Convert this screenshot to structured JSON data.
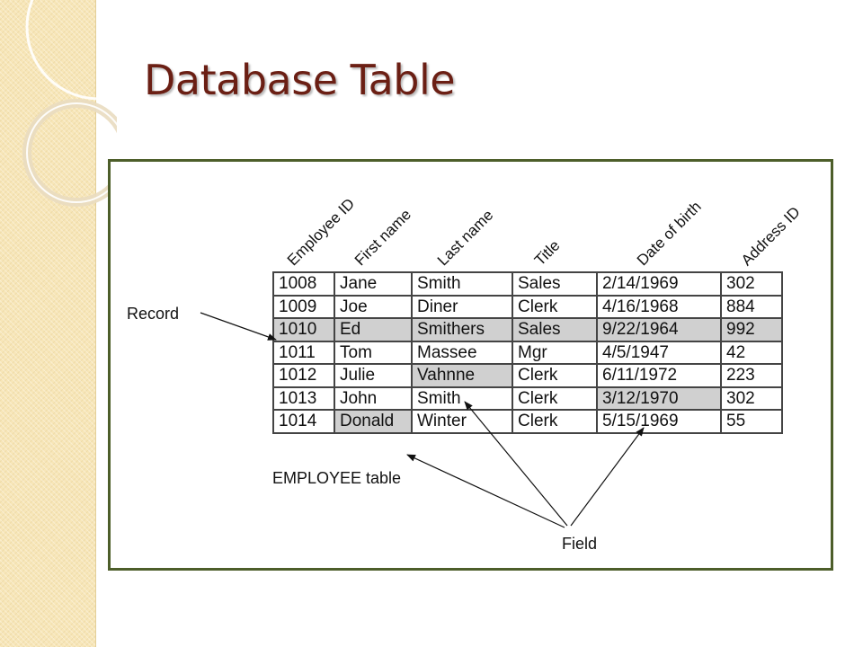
{
  "slide": {
    "title": "Database Table"
  },
  "diagram": {
    "column_headers": [
      "Employee ID",
      "First name",
      "Last name",
      "Title",
      "Date of birth",
      "Address ID"
    ],
    "rows": [
      [
        "1008",
        "Jane",
        "Smith",
        "Sales",
        "2/14/1969",
        "302"
      ],
      [
        "1009",
        "Joe",
        "Diner",
        "Clerk",
        "4/16/1968",
        "884"
      ],
      [
        "1010",
        "Ed",
        "Smithers",
        "Sales",
        "9/22/1964",
        "992"
      ],
      [
        "1011",
        "Tom",
        "Massee",
        "Mgr",
        "4/5/1947",
        "42"
      ],
      [
        "1012",
        "Julie",
        "Vahnne",
        "Clerk",
        "6/11/1972",
        "223"
      ],
      [
        "1013",
        "John",
        "Smith",
        "Clerk",
        "3/12/1970",
        "302"
      ],
      [
        "1014",
        "Donald",
        "Winter",
        "Clerk",
        "5/15/1969",
        "55"
      ]
    ],
    "highlight_row": 2,
    "highlight_cells": [
      [
        4,
        2
      ],
      [
        5,
        4
      ],
      [
        6,
        1
      ]
    ],
    "labels": {
      "record": "Record",
      "table": "EMPLOYEE table",
      "field": "Field"
    }
  },
  "colors": {
    "title": "#6b1f14",
    "frame": "#4d5e2a",
    "highlight": "#d0d0d0",
    "strip": "#f7e6b8"
  }
}
